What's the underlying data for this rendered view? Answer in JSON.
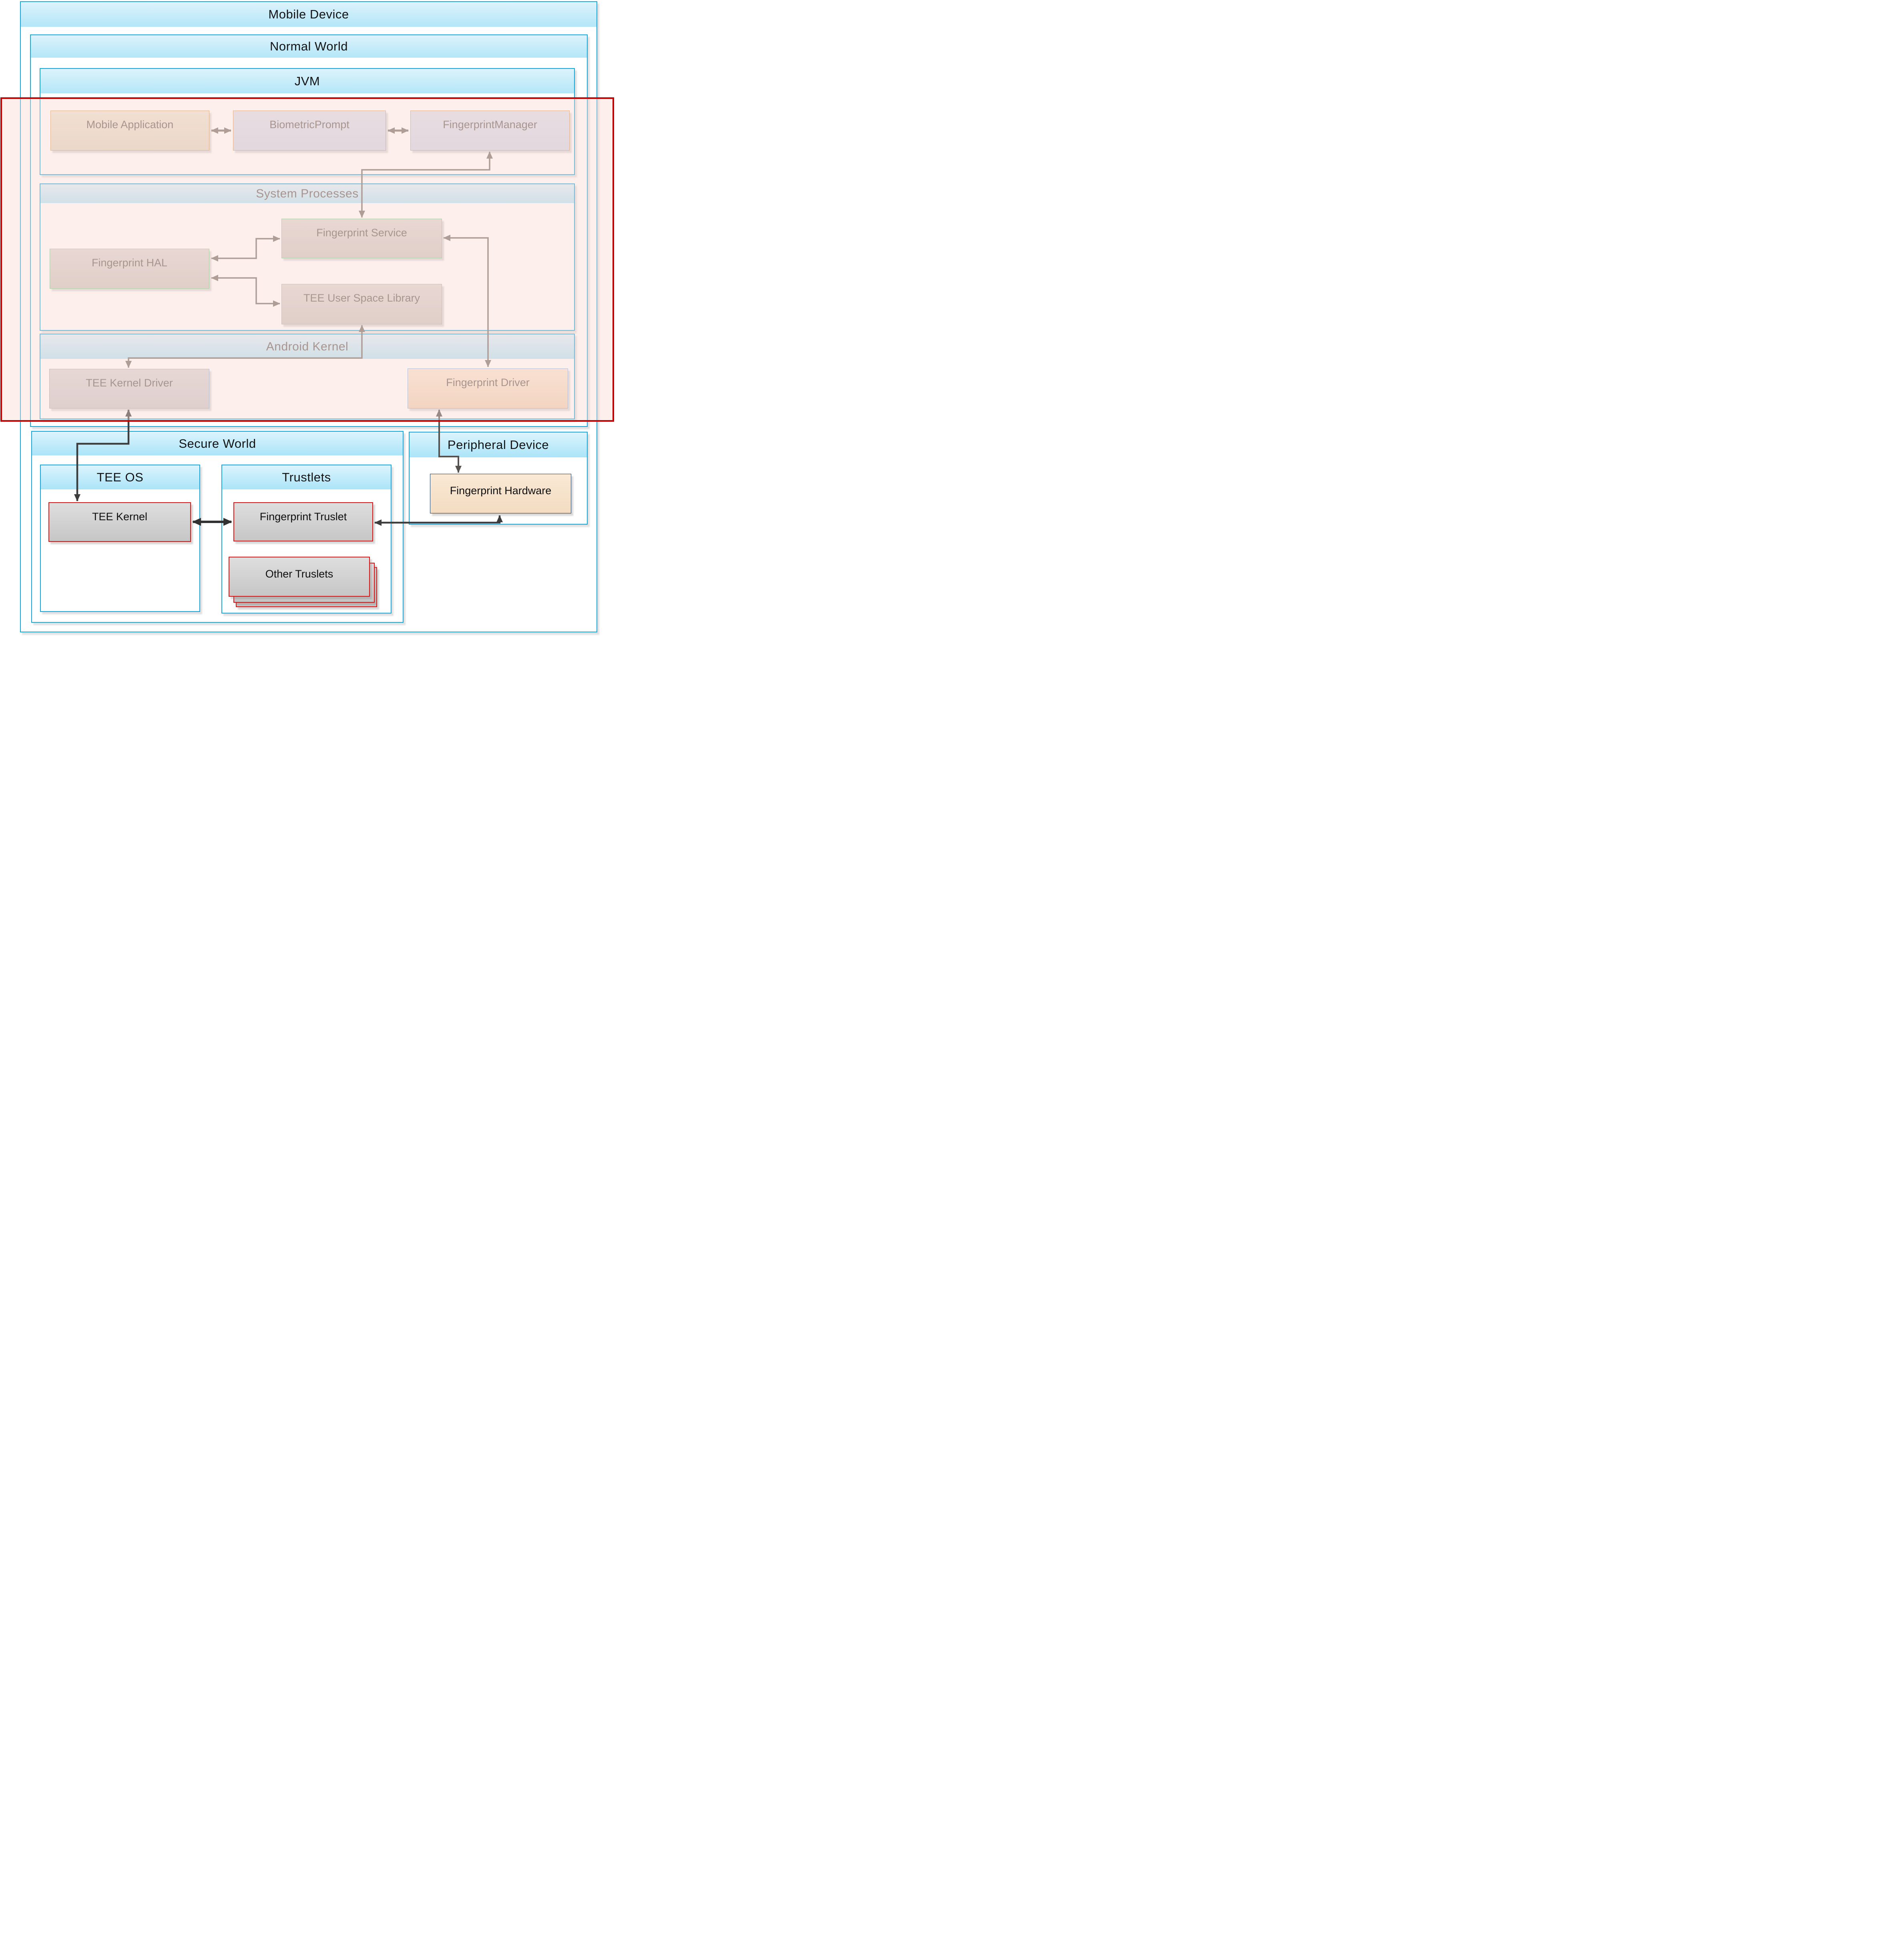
{
  "containers": {
    "mobile_device": {
      "label": "Mobile Device"
    },
    "normal_world": {
      "label": "Normal World"
    },
    "jvm": {
      "label": "JVM"
    },
    "system_processes": {
      "label": "System Processes"
    },
    "android_kernel": {
      "label": "Android Kernel"
    },
    "secure_world": {
      "label": "Secure World"
    },
    "tee_os": {
      "label": "TEE OS"
    },
    "trustlets": {
      "label": "Trustlets"
    },
    "peripheral_device": {
      "label": "Peripheral Device"
    }
  },
  "nodes": {
    "mobile_application": {
      "label": "Mobile Application"
    },
    "biometric_prompt": {
      "label": "BiometricPrompt"
    },
    "fingerprint_manager": {
      "label": "FingerprintManager"
    },
    "fingerprint_service": {
      "label": "Fingerprint Service"
    },
    "fingerprint_hal": {
      "label": "Fingerprint HAL"
    },
    "tee_user_space_library": {
      "label": "TEE User Space Library"
    },
    "tee_kernel_driver": {
      "label": "TEE Kernel Driver"
    },
    "fingerprint_driver": {
      "label": "Fingerprint Driver"
    },
    "tee_kernel": {
      "label": "TEE Kernel"
    },
    "fingerprint_truslet": {
      "label": "Fingerprint Truslet"
    },
    "other_truslets": {
      "label": "Other Truslets"
    },
    "fingerprint_hardware": {
      "label": "Fingerprint Hardware"
    }
  },
  "edges": [
    {
      "from": "mobile_application",
      "to": "biometric_prompt",
      "bidirectional": true
    },
    {
      "from": "biometric_prompt",
      "to": "fingerprint_manager",
      "bidirectional": true
    },
    {
      "from": "fingerprint_manager",
      "to": "fingerprint_service",
      "bidirectional": true
    },
    {
      "from": "fingerprint_hal",
      "to": "fingerprint_service",
      "bidirectional": true
    },
    {
      "from": "fingerprint_hal",
      "to": "tee_user_space_library",
      "bidirectional": true
    },
    {
      "from": "tee_user_space_library",
      "to": "tee_kernel_driver",
      "bidirectional": true
    },
    {
      "from": "fingerprint_service",
      "to": "fingerprint_driver",
      "bidirectional": true
    },
    {
      "from": "tee_kernel_driver",
      "to": "tee_kernel",
      "bidirectional": true
    },
    {
      "from": "fingerprint_driver",
      "to": "fingerprint_hardware",
      "bidirectional": true
    },
    {
      "from": "fingerprint_truslet",
      "to": "fingerprint_hardware",
      "bidirectional": true
    },
    {
      "from": "tee_kernel",
      "to": "fingerprint_truslet",
      "bidirectional": true
    }
  ],
  "colors": {
    "container_border": "#14a7e0",
    "header_gradient_top": "#ddf3fc",
    "header_gradient_bottom": "#b4e6f8",
    "secure_header_gradient_top": "#dcf4fd",
    "secure_header_gradient_bottom": "#abe4f8",
    "dark_header_text": "#141414",
    "muted_header_text": "#6e6460",
    "node_text_warm": "#6e6460",
    "node_text_dark": "#0f0f0f",
    "arrow_gray": "#7b736d",
    "arrow_dark": "#3d3d3d",
    "arrow_mid": "#565250",
    "arrow_black": "#323232",
    "highlight_border": "#bf0303",
    "highlight_fill": "rgba(248,216,210,0.42)",
    "tan_top": "#ece4d3",
    "tan_bottom": "#e2d7c3",
    "orange_border": "#d0985e",
    "peri_top": "#dde0ec",
    "peri_bottom": "#d2d7e6",
    "warm_top": "#ddd7d3",
    "warm_bottom": "#cfc7c3",
    "green_border": "#7fc98a",
    "gray_top": "#dad6d8",
    "gray_bottom": "#cdc9cc",
    "blue_border": "#84abd6",
    "peach_top": "#f9e7d3",
    "peach_bottom": "#f0d2b6",
    "peach2_top": "#fae9d5",
    "peach2_bottom": "#f3dcc1",
    "navy_border": "#16365c",
    "steel_top": "#dedede",
    "steel_bottom": "#c6c6c6",
    "red_border": "#e31212"
  }
}
